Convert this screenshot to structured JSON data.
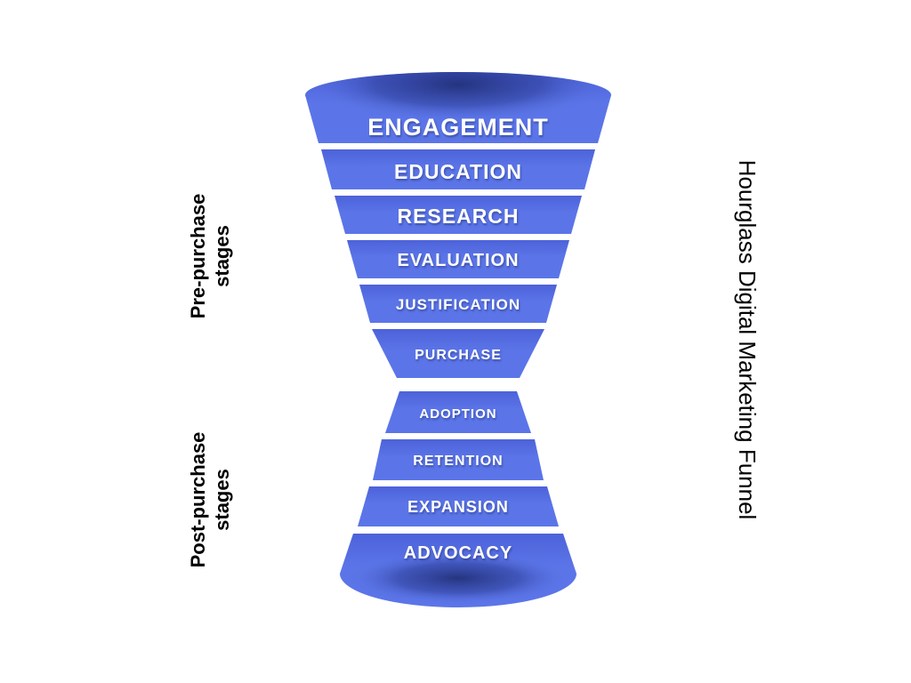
{
  "page": {
    "background_color": "#ffffff"
  },
  "title": {
    "text": "Hourglass Digital Marketing Funnel",
    "color": "#000000"
  },
  "side_labels": {
    "pre": {
      "line1": "Pre-purchase",
      "line2": "stages"
    },
    "post": {
      "line1": "Post-purchase",
      "line2": "stages"
    }
  },
  "funnel": {
    "fill_color": "#5b75e8",
    "fill_dark_top": "#4d62d9",
    "inner_shadow_color": "#1c2a6e",
    "stage_label_color": "#ffffff",
    "pre_stages": [
      {
        "label": "ENGAGEMENT"
      },
      {
        "label": "EDUCATION"
      },
      {
        "label": "RESEARCH"
      },
      {
        "label": "EVALUATION"
      },
      {
        "label": "JUSTIFICATION"
      },
      {
        "label": "PURCHASE"
      }
    ],
    "post_stages": [
      {
        "label": "ADOPTION"
      },
      {
        "label": "RETENTION"
      },
      {
        "label": "EXPANSION"
      },
      {
        "label": "ADVOCACY"
      }
    ]
  }
}
